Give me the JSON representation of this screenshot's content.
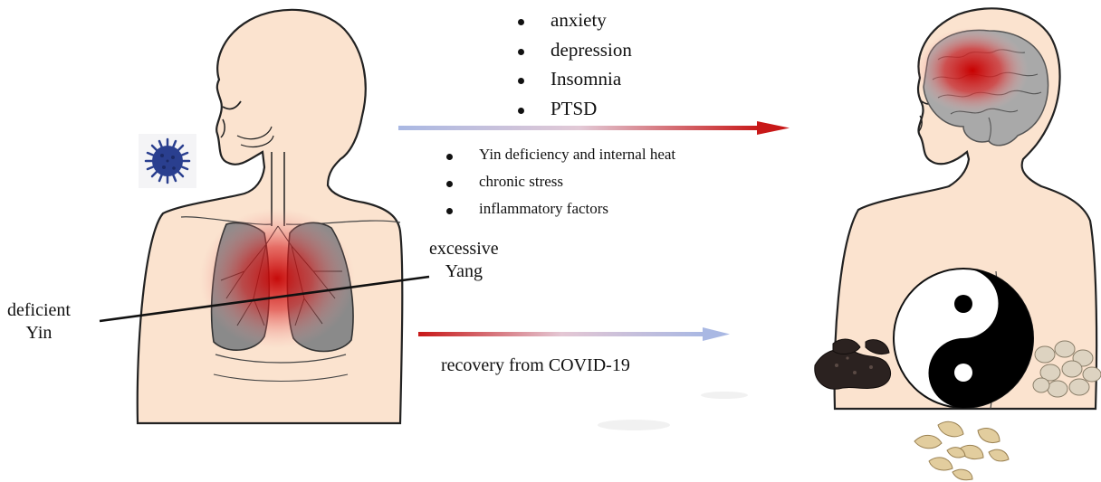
{
  "symptoms": [
    "anxiety",
    "depression",
    "Insomnia",
    "PTSD"
  ],
  "factors": [
    "Yin deficiency and internal heat",
    "chronic stress",
    "inflammatory factors"
  ],
  "labels": {
    "excessive": "excessive",
    "yang": "Yang",
    "deficient": "deficient",
    "yin": "Yin",
    "recovery": "recovery from COVID-19"
  },
  "colors": {
    "skin": "#fbe3cf",
    "outline": "#222222",
    "lung": "#8a8a8a",
    "inflammation": "#d7191c",
    "virus": "#2a3f8f",
    "arrow_cool": "#a9b8e3",
    "arrow_hot": "#cc1e1e"
  },
  "icons": [
    "virus-icon",
    "yin-yang-icon",
    "brain-icon",
    "lungs-icon",
    "herb-pieces-icon"
  ]
}
